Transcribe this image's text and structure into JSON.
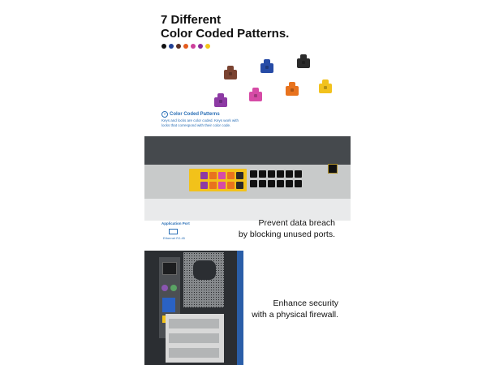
{
  "section1": {
    "heading_line1": "7 Different",
    "heading_line2": "Color Coded Patterns.",
    "swatches": [
      "#111111",
      "#1f3f95",
      "#5a2f24",
      "#e45b1e",
      "#cc3f9b",
      "#8a2b99",
      "#f4c51c"
    ],
    "locks": [
      {
        "name": "brown-lock",
        "color": "#7a4331"
      },
      {
        "name": "blue-lock",
        "color": "#264ba6"
      },
      {
        "name": "black-lock",
        "color": "#2a2a2a"
      },
      {
        "name": "pink-lock",
        "color": "#d64ba6"
      },
      {
        "name": "purple-lock",
        "color": "#8d3aa4"
      },
      {
        "name": "orange-lock",
        "color": "#e8731e"
      },
      {
        "name": "yellow-lock",
        "color": "#f2c21d"
      }
    ],
    "info_title": "Color Coded Patterns",
    "info_desc": "Keys and locks are color coded. Keys work with locks that correspond with their color code."
  },
  "section2": {
    "caption_line1": "Prevent data breach",
    "caption_line2": "by blocking unused ports.",
    "app_port_label": "Application Port",
    "ethernet_label": "Ethernet RJ-45"
  },
  "section3": {
    "caption_line1": "Enhance security",
    "caption_line2": "with a physical firewall."
  }
}
